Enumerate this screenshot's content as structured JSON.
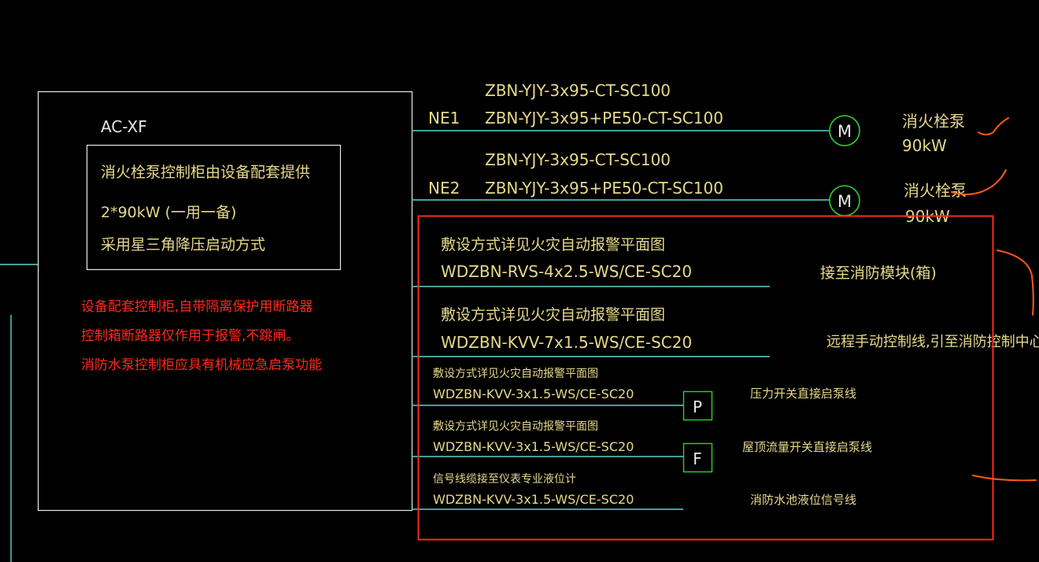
{
  "panel": {
    "name": "AC-XF",
    "info_lines": [
      "消火栓泵控制柜由设备配套提供",
      "2*90kW (一用一备)",
      "采用星三角降压启动方式"
    ],
    "notes": [
      "设备配套控制柜,自带隔离保护用断路器",
      "控制箱断路器仅作用于报警,不跳闸。",
      "消防水泵控制柜应具有机械应急启泵功能"
    ]
  },
  "circuits": [
    {
      "id": "NE1",
      "cable_top": "ZBN-YJY-3x95-CT-SC100",
      "cable_bottom": "ZBN-YJY-3x95+PE50-CT-SC100",
      "motor": "M",
      "load_name": "消火栓泵",
      "load_power": "90kW"
    },
    {
      "id": "NE2",
      "cable_top": "ZBN-YJY-3x95-CT-SC100",
      "cable_bottom": "ZBN-YJY-3x95+PE50-CT-SC100",
      "motor": "M",
      "load_name": "消火栓泵",
      "load_power": "90kW"
    }
  ],
  "control_lines": [
    {
      "note": "敷设方式详见火灾自动报警平面图",
      "cable": "WDZBN-RVS-4x2.5-WS/CE-SC20",
      "dest": "接至消防模块(箱)"
    },
    {
      "note": "敷设方式详见火灾自动报警平面图",
      "cable": "WDZBN-KVV-7x1.5-WS/CE-SC20",
      "dest": "远程手动控制线,引至消防控制中心"
    },
    {
      "note": "敷设方式详见火灾自动报警平面图",
      "cable": "WDZBN-KVV-3x1.5-WS/CE-SC20",
      "symbol": "P",
      "dest": "压力开关直接启泵线"
    },
    {
      "note": "敷设方式详见火灾自动报警平面图",
      "cable": "WDZBN-KVV-3x1.5-WS/CE-SC20",
      "symbol": "F",
      "dest": "屋顶流量开关直接启泵线"
    },
    {
      "note": "信号线缆接至仪表专业液位计",
      "cable": "WDZBN-KVV-3x1.5-WS/CE-SC20",
      "dest": "消防水池液位信号线"
    }
  ],
  "colors": {
    "background": "#000000",
    "cyan": "#5fd3d3",
    "white": "#e8e8e8",
    "yellow": "#e6d98a",
    "red": "#ff2a1a",
    "green": "#2fd12f",
    "annotation": "#ff5a12"
  }
}
